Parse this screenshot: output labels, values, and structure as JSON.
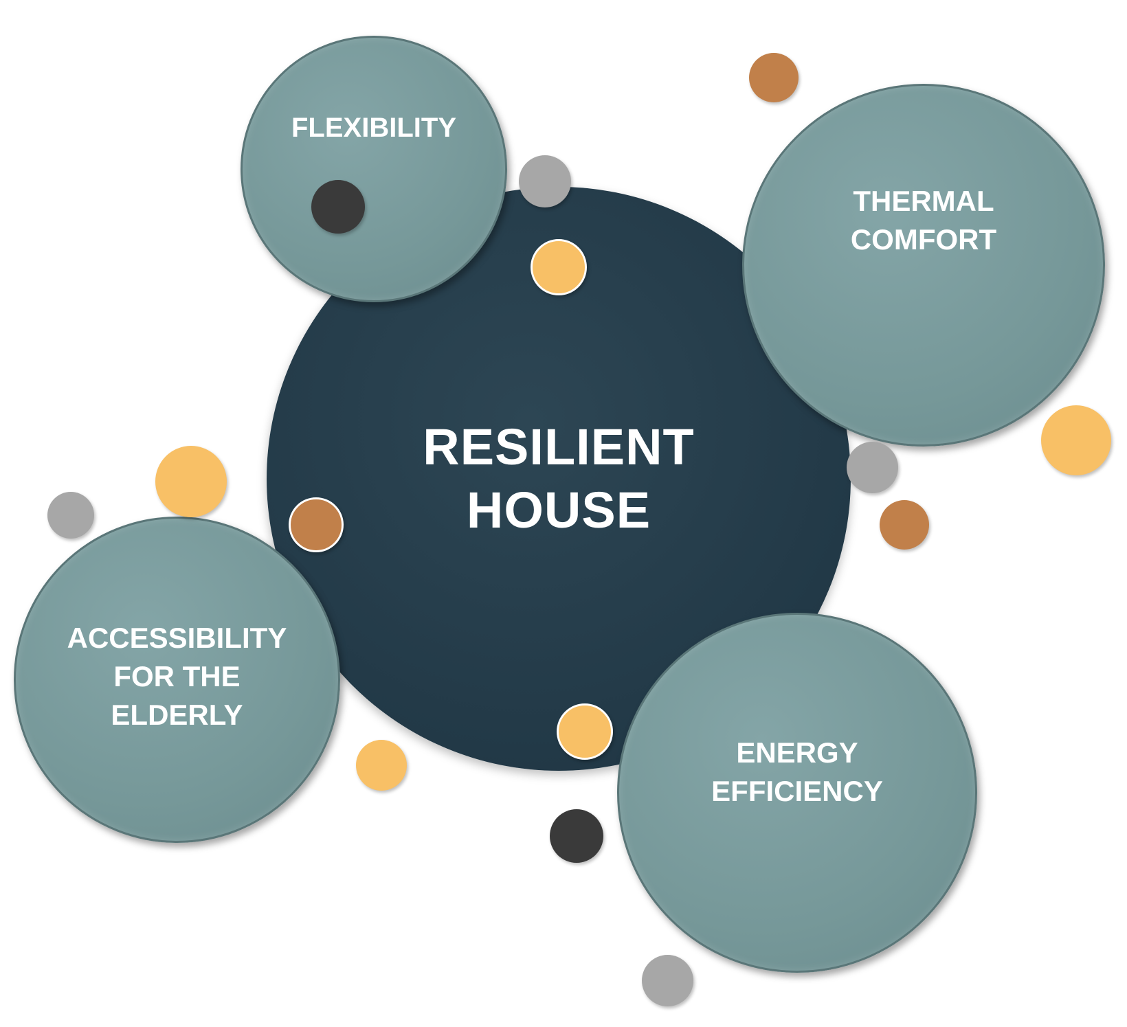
{
  "diagram": {
    "center": {
      "label": "RESILIENT\nHOUSE"
    },
    "satellites": [
      {
        "id": "flexibility",
        "label": "FLEXIBILITY"
      },
      {
        "id": "thermal-comfort",
        "label": "THERMAL\nCOMFORT"
      },
      {
        "id": "accessibility",
        "label": "ACCESSIBILITY\nFOR THE\nELDERLY"
      },
      {
        "id": "energy-efficiency",
        "label": "ENERGY\nEFFICIENCY"
      }
    ],
    "colors": {
      "center": "#243b49",
      "satellite": "#769899",
      "dot_orange": "#f8c066",
      "dot_brown": "#c1804a",
      "dot_gray": "#a7a7a7",
      "dot_dark": "#3a3a3a"
    }
  }
}
